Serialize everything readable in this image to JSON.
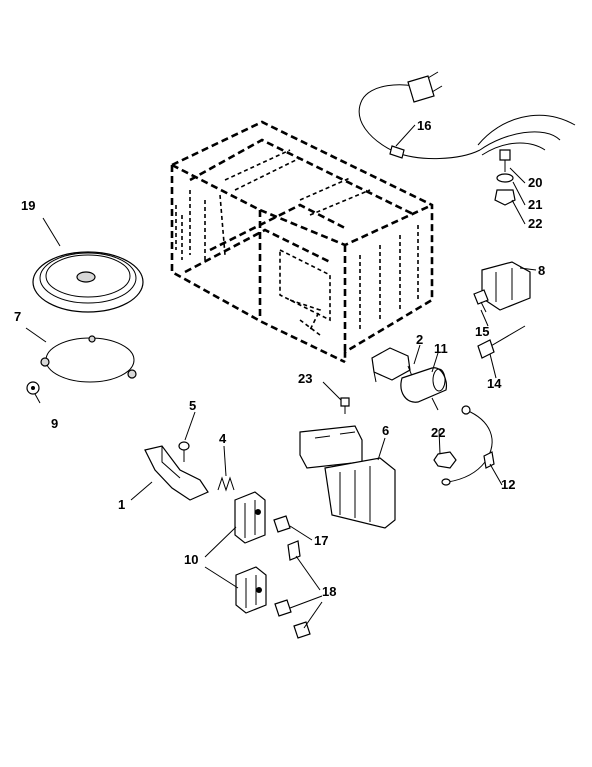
{
  "diagram": {
    "callouts": {
      "c1": "1",
      "c2": "2",
      "c4": "4",
      "c5": "5",
      "c6": "6",
      "c7": "7",
      "c8": "8",
      "c9": "9",
      "c10": "10",
      "c11": "11",
      "c12": "12",
      "c14": "14",
      "c15": "15",
      "c16": "16",
      "c17": "17",
      "c18": "18",
      "c19": "19",
      "c20": "20",
      "c21": "21",
      "c22a": "22",
      "c22b": "22",
      "c23": "23"
    }
  }
}
